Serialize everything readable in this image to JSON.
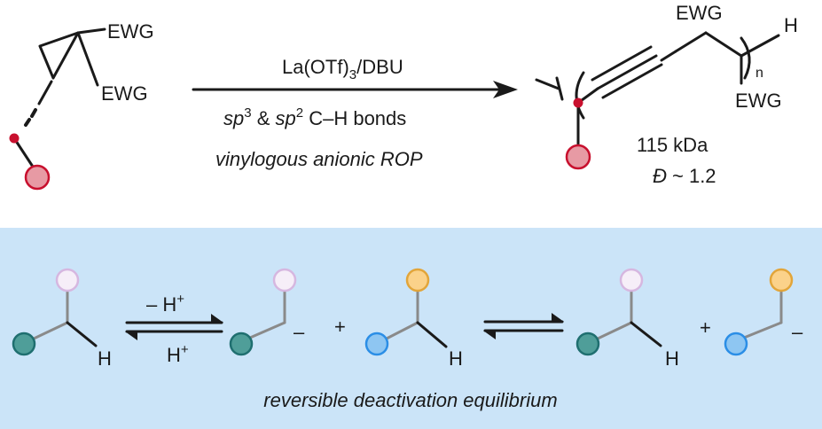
{
  "reaction": {
    "reagent": "La(OTf)",
    "reagent_subscript": "3",
    "reagent_suffix": "/DBU",
    "bonds_sp3": "sp",
    "bonds_sp3_sup": "3",
    "bonds_amp": " & ",
    "bonds_sp2": "sp",
    "bonds_sp2_sup": "2",
    "bonds_rest": " C–H bonds",
    "method": "vinylogous anionic ROP"
  },
  "monomer": {
    "ewg_top": "EWG",
    "ewg_bottom": "EWG"
  },
  "polymer": {
    "ewg_top": "EWG",
    "ewg_bottom": "EWG",
    "end_h": "H",
    "repeat_n": "n",
    "mass": "115 kDa",
    "dispersity_symbol": "Đ",
    "dispersity_value": " ~ 1.2"
  },
  "equilibrium": {
    "forward": "– H",
    "forward_sup": "+",
    "reverse": "H",
    "reverse_sup": "+",
    "h_1": "H",
    "h_2": "H",
    "h_3": "H",
    "minus_1": "–",
    "minus_2": "–",
    "plus_1": "+",
    "plus_2": "+",
    "caption": "reversible deactivation equilibrium"
  },
  "colors": {
    "panel_bg": "#cbe4f8",
    "red_dot": "#c8102e",
    "pink_circle_fill": "#e79aa4",
    "pink_circle_stroke": "#c8102e",
    "teal_fill": "#4f9e99",
    "teal_stroke": "#1f6f70",
    "lavender_fill": "#f6eef8",
    "lavender_stroke": "#d6b7e0",
    "yellow_fill": "#fbd28a",
    "yellow_stroke": "#e2a53a",
    "blue_fill": "#8ec6f2",
    "blue_stroke": "#2b8ee6",
    "method_text": "#c8102e"
  }
}
